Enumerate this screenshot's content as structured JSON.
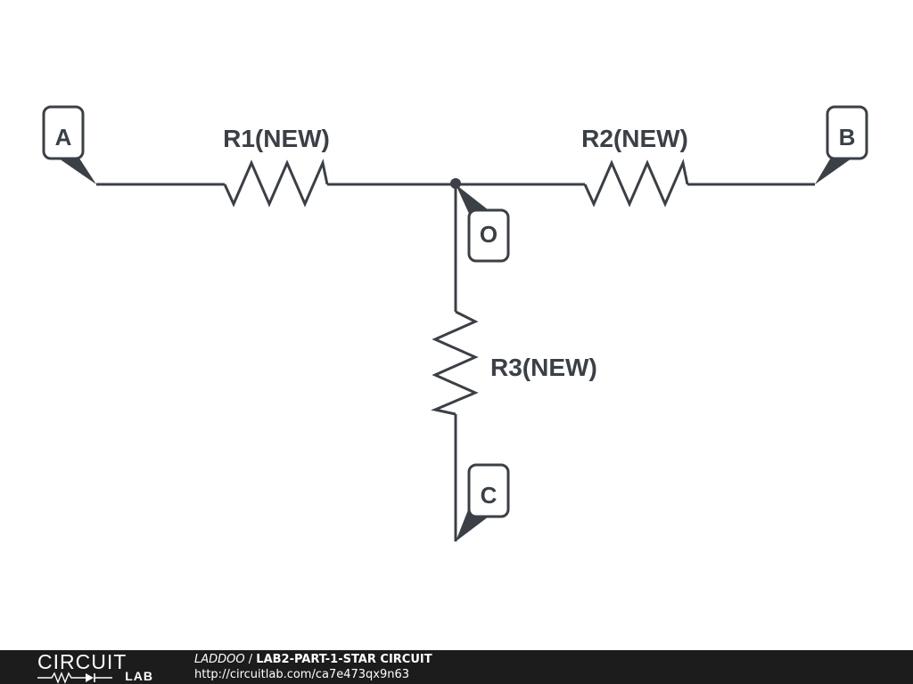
{
  "schematic": {
    "ports": {
      "a": "A",
      "b": "B",
      "o": "O",
      "c": "C"
    },
    "components": {
      "r1": "R1(NEW)",
      "r2": "R2(NEW)",
      "r3": "R3(NEW)"
    },
    "colors": {
      "ink": "#3b4046",
      "background": "#ffffff",
      "footer": "#1c1c1c"
    }
  },
  "footer": {
    "logo_word": "CIRCUIT",
    "logo_sub": "LAB",
    "author": "LADDOO",
    "separator": " / ",
    "title": "LAB2-PART-1-STAR CIRCUIT",
    "url": "http://circuitlab.com/ca7e473qx9n63"
  }
}
